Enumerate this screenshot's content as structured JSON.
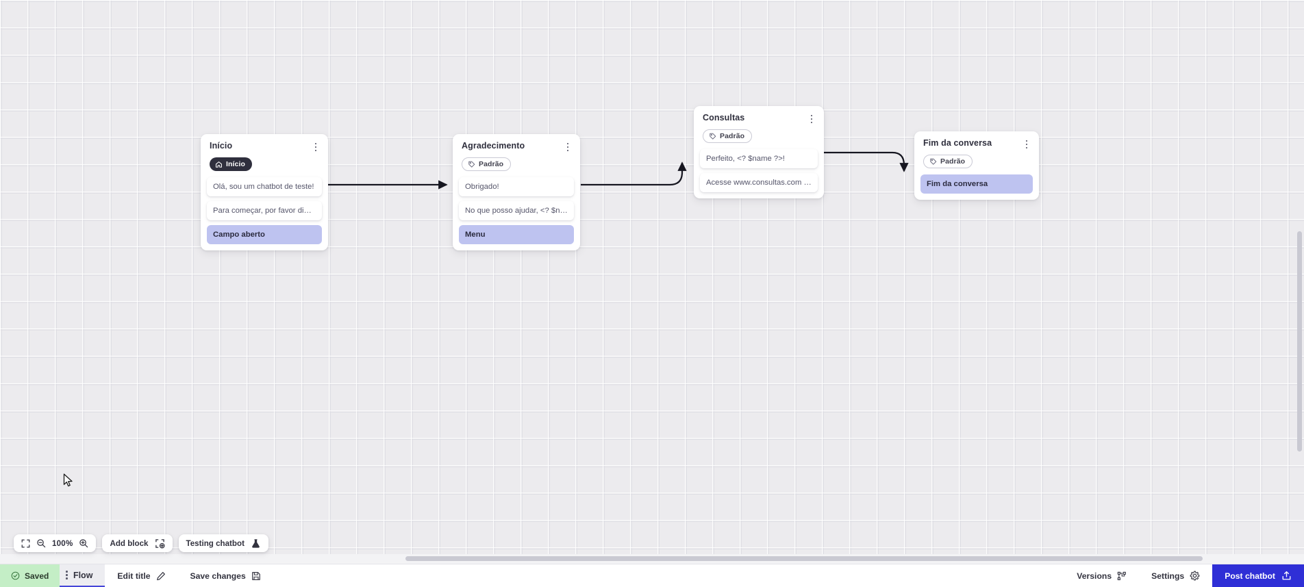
{
  "app": {
    "canvas_zoom": "100%"
  },
  "toolbar": {
    "fit_icon": "fit-screen-icon",
    "zoom_out_icon": "zoom-out-icon",
    "zoom_in_icon": "zoom-in-icon",
    "zoom_value": "100%",
    "add_block_label": "Add block",
    "add_block_icon": "add-block-icon",
    "testing_label": "Testing chatbot",
    "testing_icon": "flask-icon"
  },
  "statusbar": {
    "saved_label": "Saved",
    "saved_icon": "check-circle-icon",
    "drag_handle_icon": "drag-handle-icon",
    "flow_tab_label": "Flow",
    "edit_title_label": "Edit title",
    "edit_title_icon": "pencil-icon",
    "save_changes_label": "Save changes",
    "save_changes_icon": "floppy-disk-icon",
    "versions_label": "Versions",
    "versions_icon": "branch-icon",
    "settings_label": "Settings",
    "settings_icon": "gear-icon",
    "post_label": "Post chatbot",
    "post_icon": "upload-icon",
    "accent_blue": "#2f2fd6",
    "saved_green": "#c4eec6"
  },
  "colors": {
    "canvas_bg": "#ecebee",
    "card_bg": "#ffffff",
    "highlight_purple": "#bec3f0",
    "badge_dark": "#2f2f3d"
  },
  "nodes": [
    {
      "title": "Início",
      "badge": {
        "label": "Início",
        "icon": "home-icon",
        "style": "dark"
      },
      "slots": [
        {
          "text": "Olá, sou um chatbot de teste!",
          "highlight": false
        },
        {
          "text": "Para começar, por favor digite o ...",
          "highlight": false
        },
        {
          "text": "Campo aberto",
          "highlight": true
        }
      ]
    },
    {
      "title": "Agradecimento",
      "badge": {
        "label": "Padrão",
        "icon": "tag-icon",
        "style": "outline"
      },
      "slots": [
        {
          "text": "Obrigado!",
          "highlight": false
        },
        {
          "text": "No que posso ajudar, <? $name ...",
          "highlight": false
        },
        {
          "text": "Menu",
          "highlight": true
        }
      ]
    },
    {
      "title": "Consultas",
      "badge": {
        "label": "Padrão",
        "icon": "tag-icon",
        "style": "outline"
      },
      "slots": [
        {
          "text": "Perfeito, <? $name ?>!",
          "highlight": false
        },
        {
          "text": "Acesse www.consultas.com par...",
          "highlight": false
        }
      ]
    },
    {
      "title": "Fim da conversa",
      "badge": {
        "label": "Padrão",
        "icon": "tag-icon",
        "style": "outline"
      },
      "slots": [
        {
          "text": "Fim da conversa",
          "highlight": true
        }
      ]
    }
  ]
}
